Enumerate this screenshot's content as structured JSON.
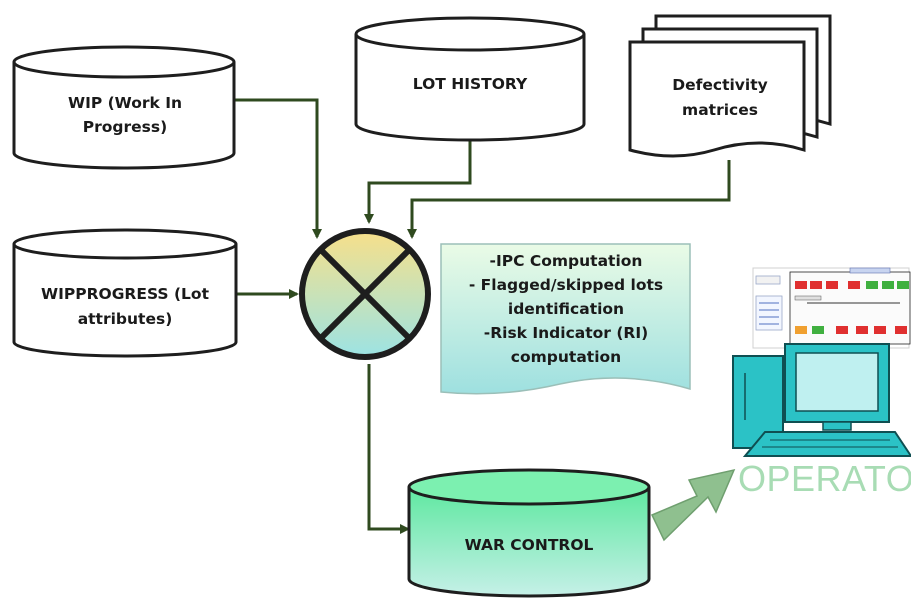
{
  "nodes": {
    "wip": {
      "line1": "WIP (Work In",
      "line2": "Progress)"
    },
    "lot_history": {
      "label": "LOT HISTORY"
    },
    "defectivity": {
      "line1": "Defectivity",
      "line2": "matrices"
    },
    "wipprogress": {
      "line1": "WIPPROGRESS (Lot",
      "line2": "attributes)"
    },
    "processing": {
      "lines": [
        "-IPC Computation",
        "- Flagged/skipped lots",
        "identification",
        "-Risk Indicator (RI)",
        "computation"
      ]
    },
    "war_control": {
      "label": "WAR CONTROL"
    },
    "operator": {
      "label": "OPERATOR"
    }
  },
  "colors": {
    "stroke": "#1e1e1e",
    "connector": "#2f4a1f",
    "war_top": "#5ee8a0",
    "war_bottom": "#c6f0e8",
    "combiner_top": "#f7e08a",
    "combiner_bottom": "#9ce3e4",
    "doc_top": "#eafbe6",
    "doc_bottom": "#9ee0e0",
    "operator_text": "#a8dcb4",
    "computer": "#2bc2c6",
    "arrow_fill": "#8fc08f"
  }
}
